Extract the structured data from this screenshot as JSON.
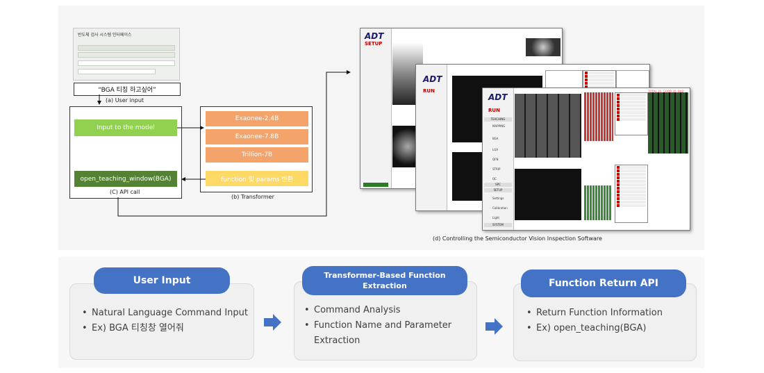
{
  "panel_a": {
    "thumb_title": "반도체 검사 시스템 인터페이스",
    "input_text": "“BGA 티칭 하고싶어”",
    "caption": "(a) User input"
  },
  "panel_c": {
    "input_label": "Input to the model",
    "output_label": "open_teaching_window(BGA)",
    "caption": "(C) API call"
  },
  "panel_b": {
    "models": [
      "Exaonee-2.4B",
      "Exaonee-7.8B",
      "Trillion-7B"
    ],
    "return_label": "function 및 params 반환",
    "caption": "(b) Transformer"
  },
  "panel_d": {
    "caption": "(d) Controlling the Semiconductor Vision Inspection Software",
    "logo": "ADT",
    "run_label": "RUN",
    "setup_label": "SETUP",
    "teaching_label": "TEACHING",
    "menu": [
      "MAPPING",
      "BGA",
      "LGA",
      "QFN",
      "STRIP",
      "QC"
    ],
    "spc_label": "SPC",
    "setup2_label": "SETUP",
    "system_label": "SYSTEM",
    "settings_label": "Settings",
    "calibration_label": "Calibration",
    "light_label": "Light",
    "status_text": "TOTAL 30, GOOD 20, BAD"
  },
  "bottom": {
    "steps": [
      {
        "title": "User Input",
        "bullets": [
          "Natural Language Command Input",
          "Ex) BGA 티칭창 열어줘"
        ]
      },
      {
        "title_line1": "Transformer-Based Function",
        "title_line2": "Extraction",
        "bullets": [
          "Command Analysis",
          "Function Name and Parameter",
          "Extraction"
        ]
      },
      {
        "title": "Function Return API",
        "bullets": [
          "Return Function Information",
          "Ex) open_teaching(BGA)"
        ]
      }
    ]
  },
  "colors": {
    "green_light": "#92d050",
    "green_dark": "#548235",
    "orange": "#f4a46a",
    "yellow": "#ffd966",
    "blue": "#4472c4"
  }
}
